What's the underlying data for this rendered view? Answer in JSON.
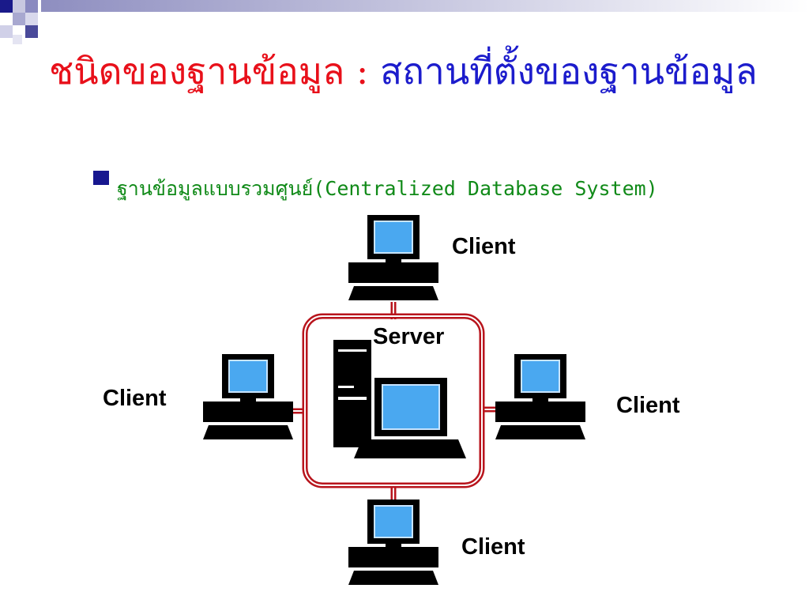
{
  "slide": {
    "title_red": "ชนิดของฐานข้อมูล : ",
    "title_blue": "สถานที่ตั้งของฐานข้อมูล",
    "bullet": "ฐานข้อมูลแบบรวมศูนย์(Centralized Database System)"
  },
  "diagram": {
    "server_label": "Server",
    "client_top_label": "Client",
    "client_left_label": "Client",
    "client_right_label": "Client",
    "client_bottom_label": "Client"
  },
  "colors": {
    "title_red": "#e8101a",
    "title_blue": "#1c1ccc",
    "bullet_green": "#108a18",
    "network_line": "#b8141c",
    "screen_blue": "#4aa8f0"
  }
}
